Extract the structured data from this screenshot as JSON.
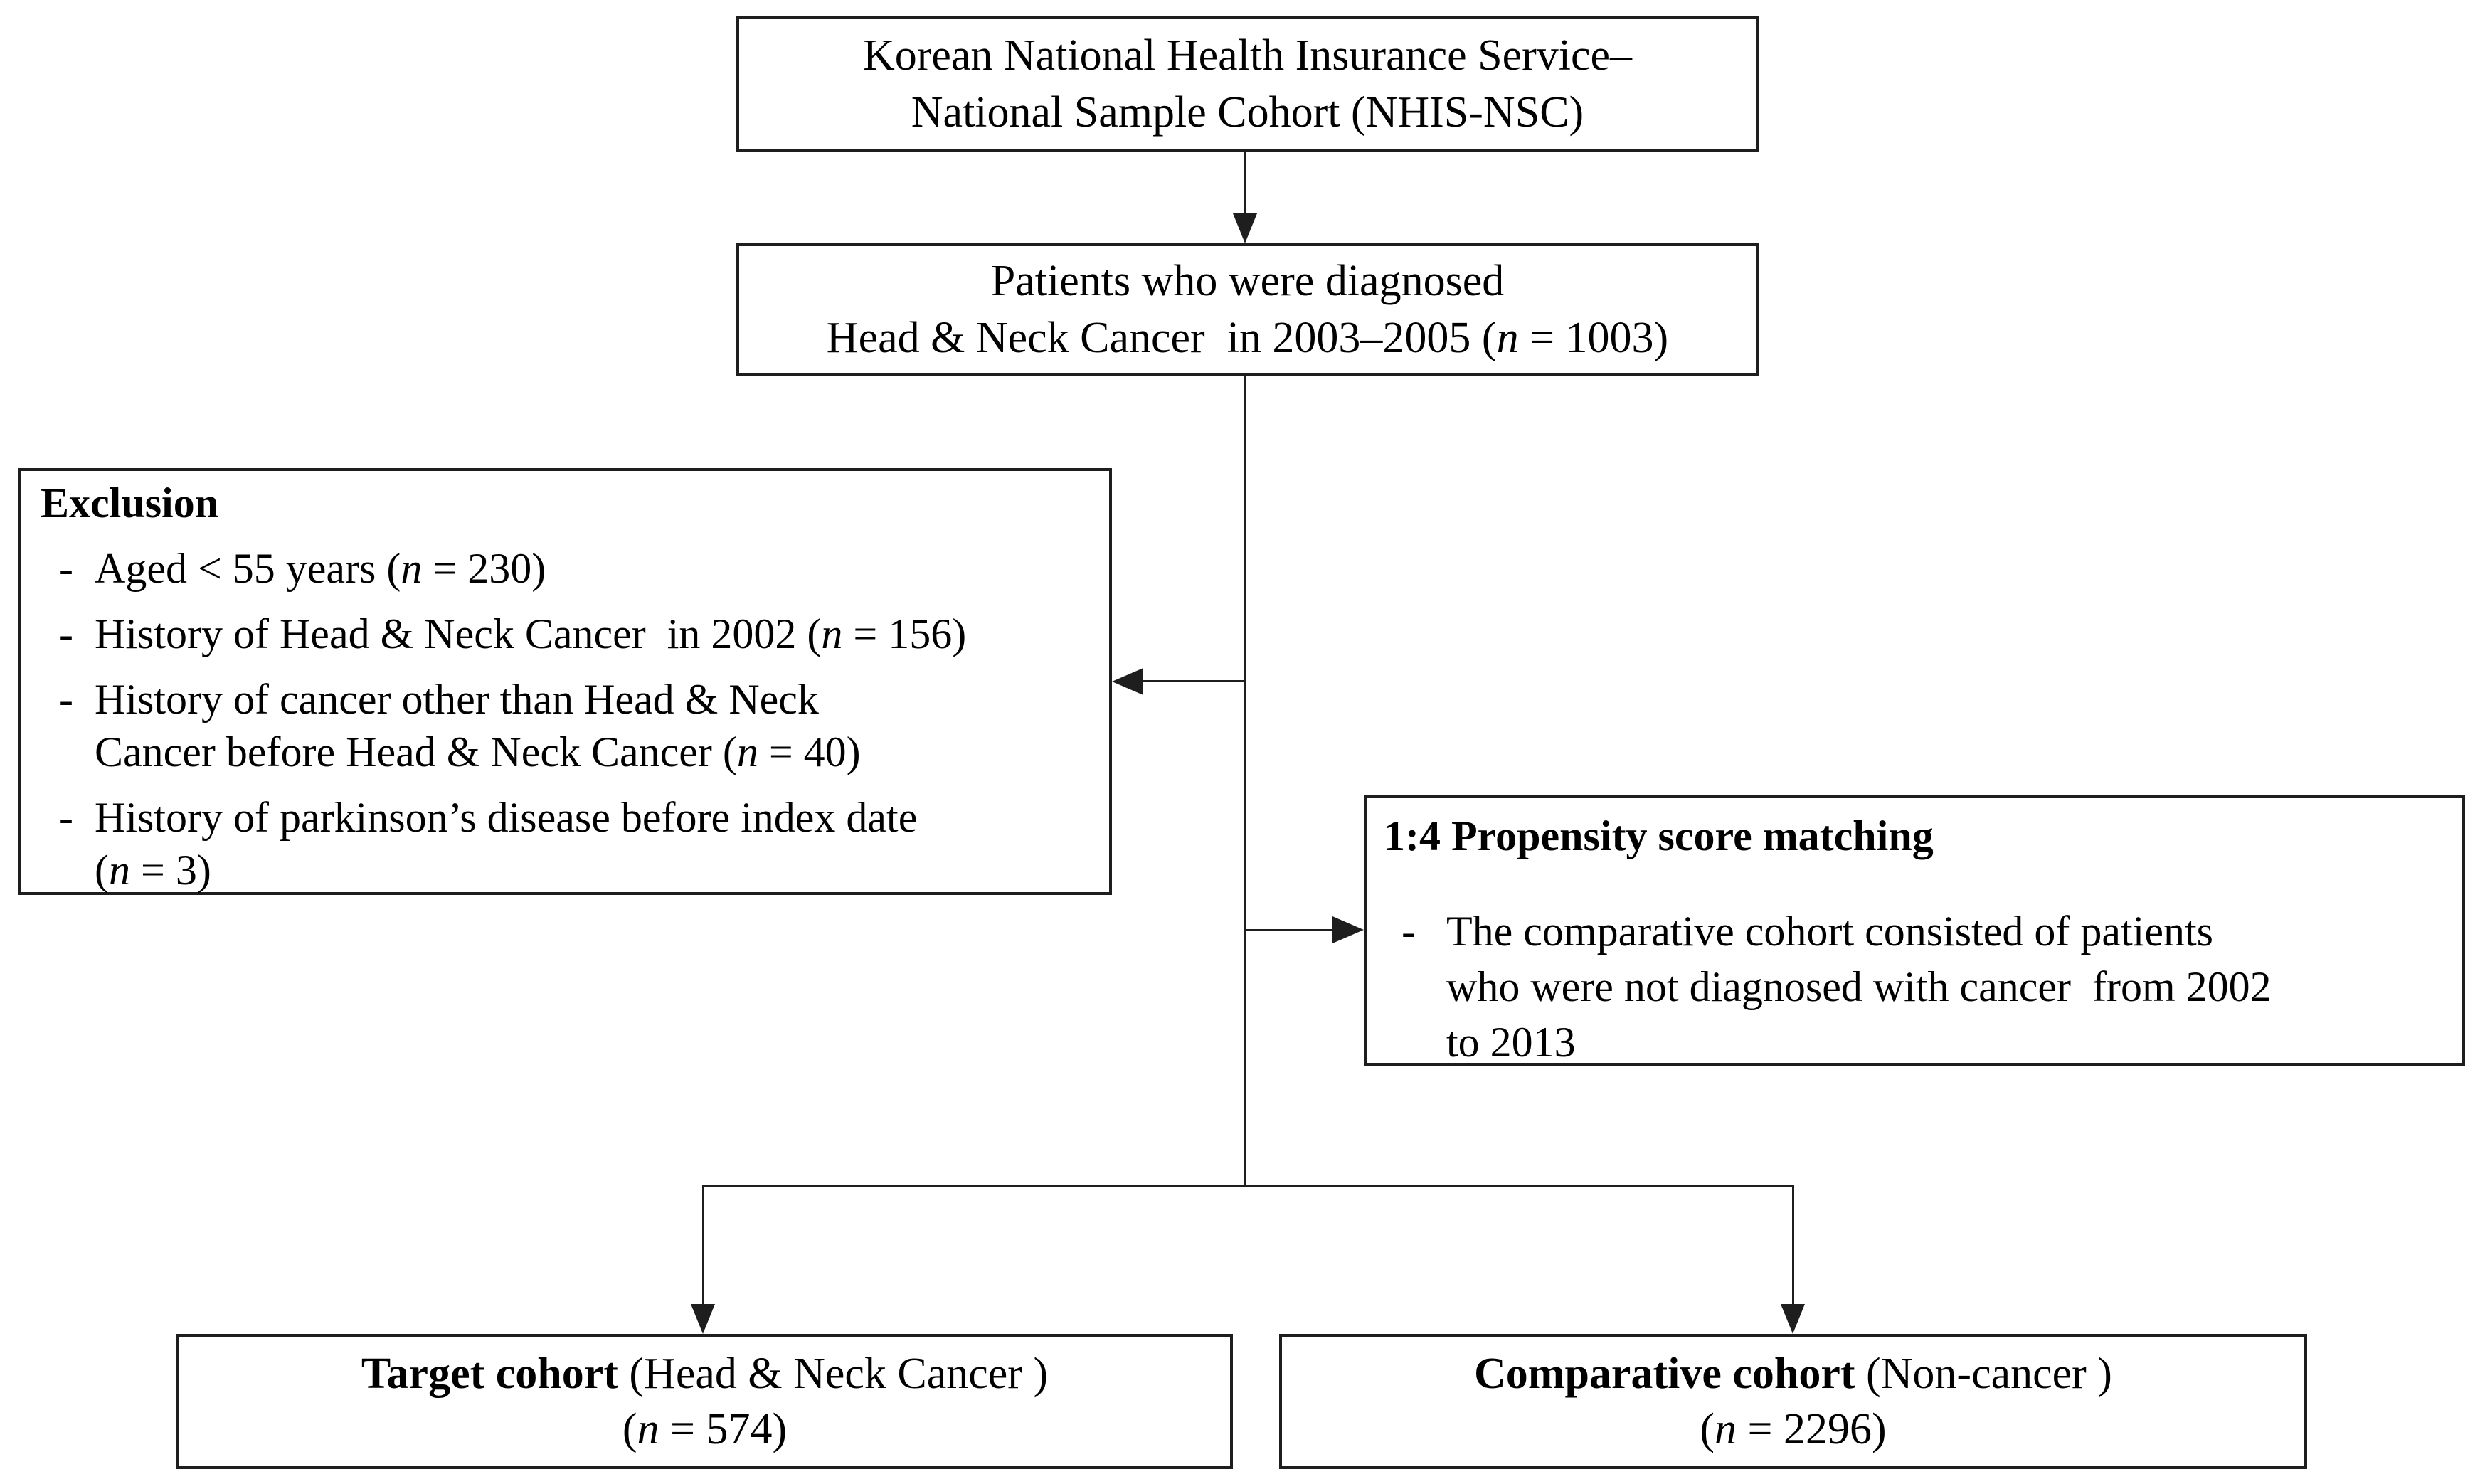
{
  "figure": {
    "background": "#ffffff",
    "line_color": "#1e1e1e",
    "text_color": "#000000",
    "nodes": {
      "source": {
        "text": "Korean National Health Insurance Service–\nNational Sample Cohort (NHIS-NSC)"
      },
      "diagnosed": {
        "text": "Patients who were diagnosed\nHead & Neck Cancer  in 2003–2005 (*n* = 1003)"
      },
      "exclusion": {
        "title": "Exclusion",
        "bullet": "-",
        "items": [
          "Aged < 55 years (*n* = 230)",
          "History of Head & Neck Cancer  in 2002 (*n* = 156)",
          "History of cancer other than Head & Neck\nCancer before Head & Neck Cancer (*n* = 40)",
          "History of parkinson’s disease before index date\n(*n* = 3)"
        ]
      },
      "matching": {
        "title": "1:4 Propensity score matching",
        "bullet": "-",
        "items": [
          "The comparative cohort consisted of patients\nwho were not diagnosed with cancer  from 2002\nto 2013"
        ]
      },
      "target": {
        "text": "**Target cohort** (Head & Neck Cancer )\n(*n* = 574)"
      },
      "comparative": {
        "text": "**Comparative cohort** (Non-cancer )\n(*n* = 2296)"
      }
    }
  }
}
